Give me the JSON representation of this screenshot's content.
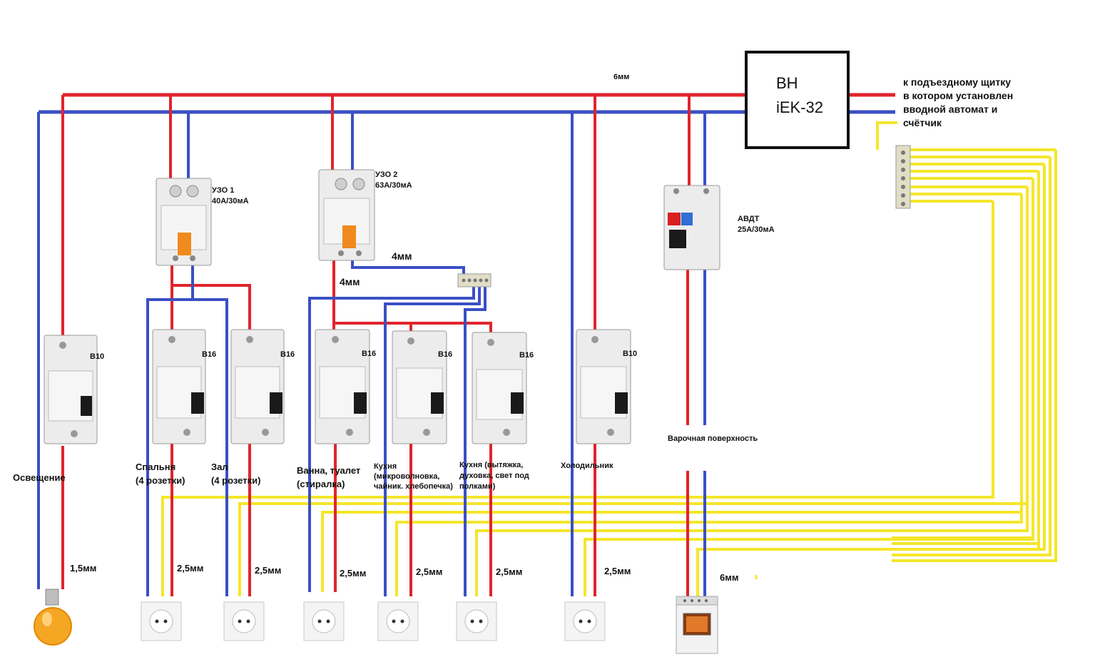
{
  "colors": {
    "phase": "#e0242c",
    "neutral": "#3b4fc4",
    "earth": "#f5e62a",
    "lamp": "#f5a623",
    "device": "#e9e9e9"
  },
  "main": {
    "cable_label": "6мм",
    "intro_box": {
      "line1": "ВН",
      "line2": "iEK-32"
    },
    "supply_note": [
      "к подъездному щитку",
      "в котором установлен",
      "вводной автомат и",
      "счётчик"
    ]
  },
  "rcds": [
    {
      "name_line": "УЗО 1",
      "rating": "40А/30мА"
    },
    {
      "name_line": "УЗО 2",
      "rating": "63А/30мА"
    }
  ],
  "rcbo": {
    "name": "АВДТ",
    "rating": "25А/30мА"
  },
  "wire_labels": {
    "bus_to_term": "4мм",
    "rcd2_out": "4мм"
  },
  "breakers": [
    {
      "rating": "B10",
      "load": [
        "Освещение"
      ],
      "wire": "1,5мм",
      "device": "lamp"
    },
    {
      "rating": "B16",
      "load": [
        "Спальня",
        "(4 розетки)"
      ],
      "wire": "2,5мм",
      "device": "socket"
    },
    {
      "rating": "B16",
      "load": [
        "Зал",
        "(4 розетки)"
      ],
      "wire": "2,5мм",
      "device": "socket"
    },
    {
      "rating": "B16",
      "load": [
        "Ванна, туалет",
        "(стиралка)"
      ],
      "wire": "2,5мм",
      "device": "socket"
    },
    {
      "rating": "B16",
      "load": [
        "Кухня",
        "(микроволновка,",
        "чайник. хлебопечка)"
      ],
      "wire": "2,5мм",
      "device": "socket"
    },
    {
      "rating": "B16",
      "load": [
        "Кухня (вытяжка,",
        "духовка, свет под",
        "полками)"
      ],
      "wire": "2,5мм",
      "device": "socket"
    },
    {
      "rating": "B10",
      "load": [
        "Холодильник"
      ],
      "wire": "2,5мм",
      "device": "socket"
    }
  ],
  "stove": {
    "load": "Варочная поверхность",
    "wire": "6мм"
  }
}
